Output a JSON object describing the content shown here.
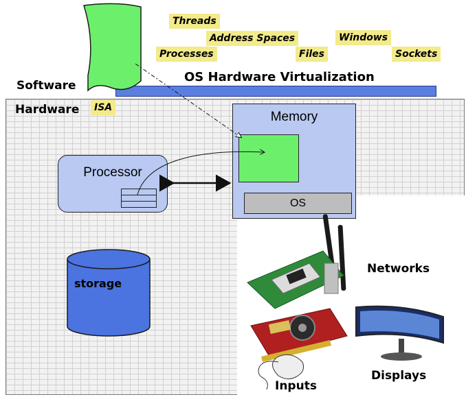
{
  "software_label": "Software",
  "hardware_label": "Hardware",
  "os_virtualization_label": "OS Hardware Virtualization",
  "isa_label": "ISA",
  "abstractions": {
    "threads": "Threads",
    "address_spaces": "Address Spaces",
    "windows": "Windows",
    "processes": "Processes",
    "files": "Files",
    "sockets": "Sockets"
  },
  "memory_label": "Memory",
  "os_label": "OS",
  "processor_label": "Processor",
  "storage_label": "storage",
  "networks_label": "Networks",
  "inputs_label": "Inputs",
  "displays_label": "Displays",
  "colors": {
    "software_green": "#6cf06c",
    "tag_yellow": "#f3ea8a",
    "hardware_blue": "#b9c9f1",
    "os_bar_blue": "#5b7fe0",
    "storage_blue": "#4b74e0"
  }
}
